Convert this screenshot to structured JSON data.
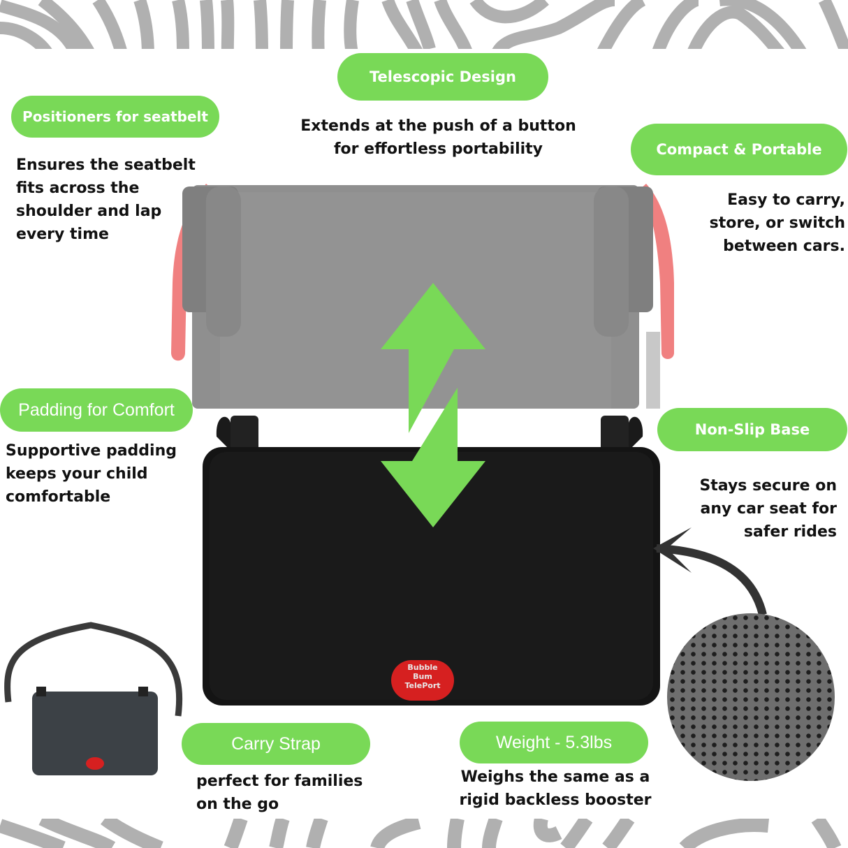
{
  "colors": {
    "accent_green": "#79d957",
    "pattern_gray": "#b0b0b0",
    "text_dark": "#111111",
    "seat_gray": "#8f8f8f",
    "cushion_black": "#141414",
    "positioner_red": "#f08080",
    "logo_red": "#d62020"
  },
  "features": {
    "telescopic": {
      "title": "Telescopic Design",
      "lines": [
        "Extends  at the push of a button",
        "for effortless portability"
      ]
    },
    "positioners": {
      "title": "Positioners for seatbelt",
      "lines": [
        "Ensures the seatbelt",
        "fits  across the",
        "shoulder and lap",
        "every time"
      ]
    },
    "compact": {
      "title": "Compact & Portable",
      "lines": [
        "Easy to carry,",
        "store, or switch",
        "between cars."
      ]
    },
    "padding": {
      "title": "Padding for Comfort",
      "lines": [
        "Supportive padding",
        "keeps your child",
        "comfortable"
      ]
    },
    "nonslip": {
      "title": "Non-Slip Base",
      "lines": [
        "Stays secure on",
        "any car seat for",
        "safer rides"
      ]
    },
    "strap": {
      "title": "Carry Strap",
      "lines": [
        "perfect for families",
        "on the go"
      ]
    },
    "weight": {
      "title": "Weight - 5.3lbs",
      "lines": [
        "Weighs the same as a",
        "rigid backless booster"
      ]
    }
  },
  "product": {
    "logo_lines": [
      "Bubble",
      "Bum",
      "TelePort"
    ],
    "icons": [
      "extend-up-arrow-icon",
      "retract-down-arrow-icon",
      "curved-pointer-arrow-icon"
    ]
  }
}
